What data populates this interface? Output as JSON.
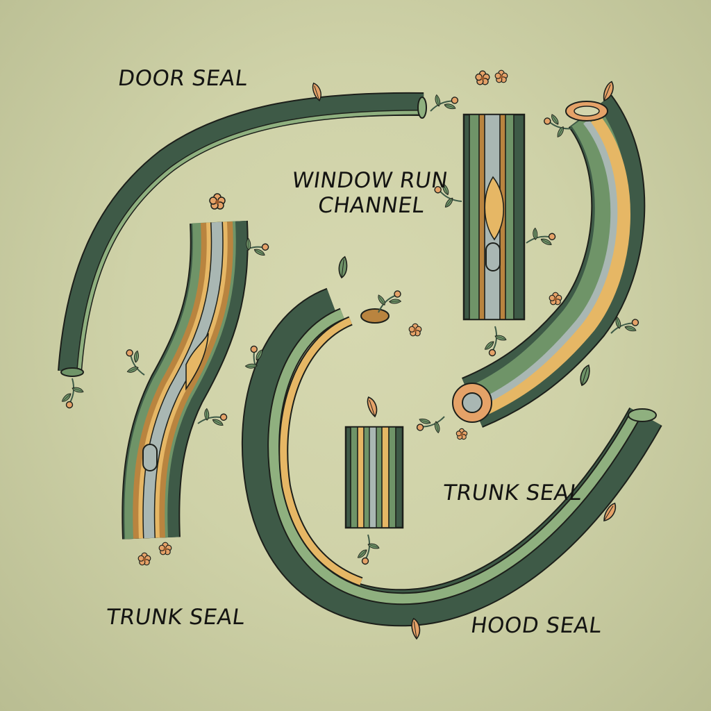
{
  "labels": {
    "door_seal": "DOOR SEAL",
    "window_run_channel_line1": "WINDOW RUN",
    "window_run_channel_line2": "CHANNEL",
    "trunk_seal_right": "TRUNK SEAL",
    "trunk_seal_left": "TRUNK SEAL",
    "hood_seal": "HOOD SEAL"
  },
  "colors": {
    "background": "#d3d5ad",
    "dark_green": "#3e5a47",
    "mid_green": "#6f9468",
    "light_green": "#8fb07f",
    "ochre": "#b9843f",
    "sand": "#e6b765",
    "steel": "#a9b7b3",
    "outline": "#1c1f1a",
    "flower": "#e5a268",
    "leaf": "#6f9468"
  }
}
